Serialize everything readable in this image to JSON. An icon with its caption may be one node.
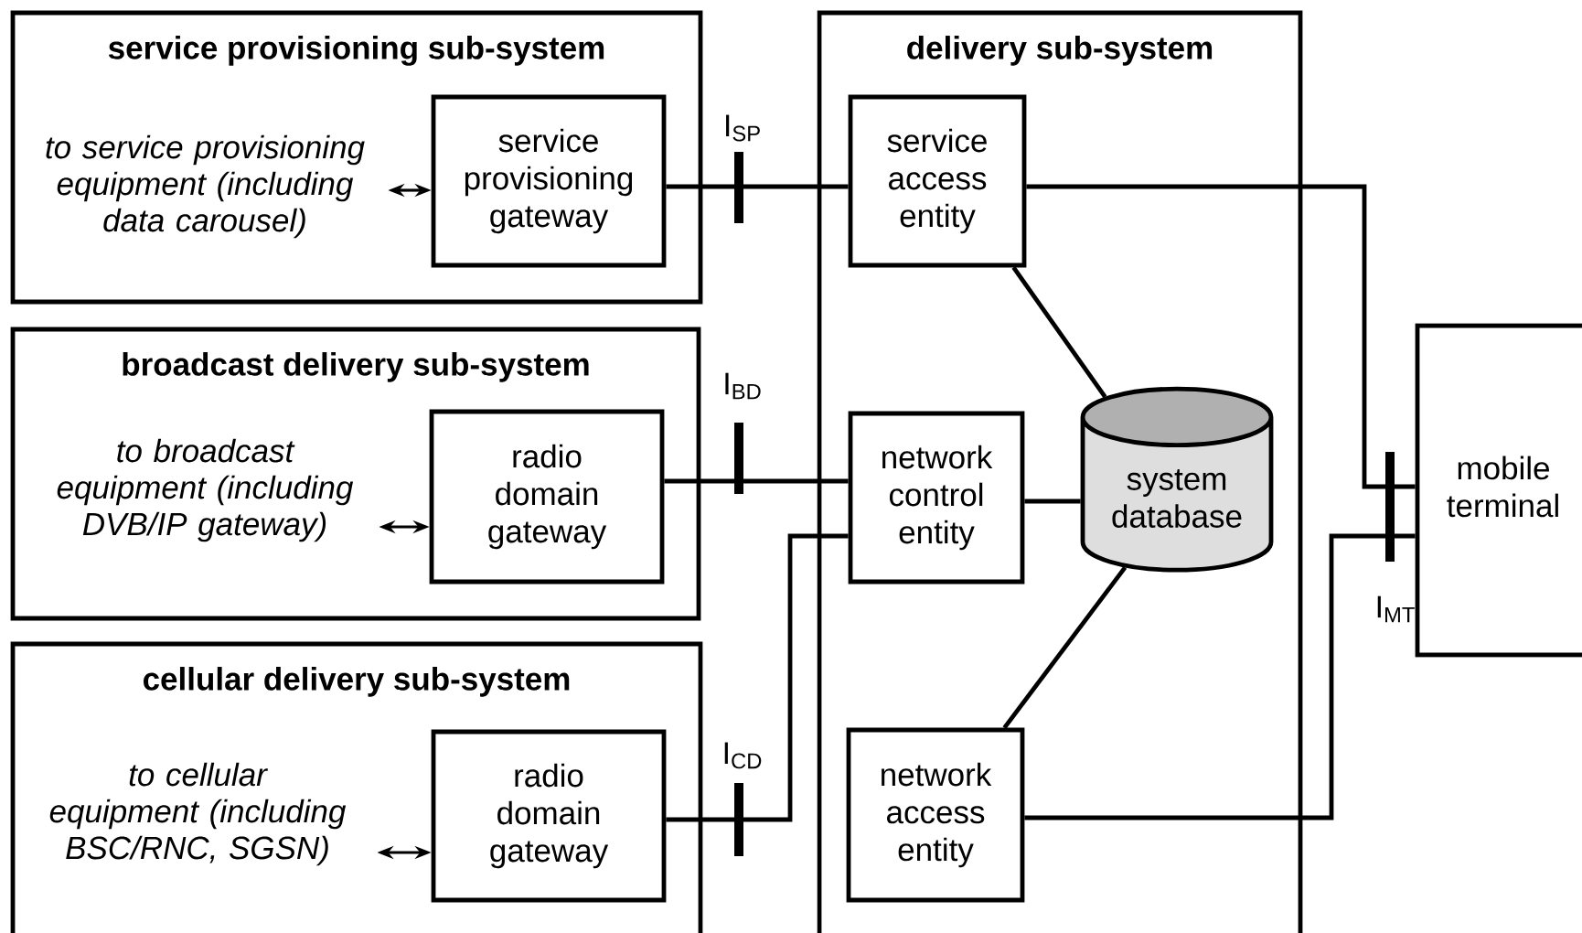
{
  "diagram": {
    "nodes": [
      {
        "text": [
          "service provisioning sub-system"
        ]
      },
      {
        "text": [
          "to service provisioning equipment (including data carousel)"
        ],
        "in": 0
      },
      {
        "text": [
          "service provisioning gateway"
        ],
        "in": 0
      },
      {
        "text": [
          "broadcast delivery sub-system"
        ]
      },
      {
        "text": [
          "to broadcast equipment (including DVB/IP gateway)"
        ],
        "in": 3
      },
      {
        "text": [
          "radio domain gateway"
        ],
        "in": 3
      },
      {
        "text": [
          "cellular delivery sub-system"
        ]
      },
      {
        "text": [
          "to cellular equipment (including BSC/RNC, SGSN)"
        ],
        "in": 6
      },
      {
        "text": [
          "radio domain gateway"
        ],
        "in": 6
      },
      {
        "text": [
          "delivery sub-system"
        ]
      },
      {
        "text": [
          "service access entity"
        ],
        "in": 9
      },
      {
        "text": [
          "network control entity"
        ],
        "in": 9
      },
      {
        "text": [
          "system database"
        ],
        "in": 9
      },
      {
        "text": [
          "network access entity"
        ],
        "in": 9
      },
      {
        "text": [
          "mobile terminal"
        ]
      }
    ],
    "edges": [
      {
        "from": 1,
        "to": 2,
        "arrow": "both"
      },
      {
        "from": 4,
        "to": 5,
        "arrow": "both"
      },
      {
        "from": 7,
        "to": 8,
        "arrow": "both"
      },
      {
        "from": 2,
        "to": 10,
        "arrow": "none"
      },
      {
        "from": 5,
        "to": 11,
        "arrow": "none"
      },
      {
        "from": 8,
        "to": 11,
        "arrow": "none"
      },
      {
        "from": 10,
        "to": 14,
        "arrow": "none"
      },
      {
        "from": 13,
        "to": 14,
        "arrow": "none"
      },
      {
        "from": 10,
        "to": 12,
        "arrow": "none"
      },
      {
        "from": 11,
        "to": 12,
        "arrow": "none"
      },
      {
        "from": 13,
        "to": 12,
        "arrow": "none"
      }
    ],
    "labels": [
      "I$_{SP}$",
      "I$_{BD}$",
      "I$_{CD}$",
      "I$_{MT}$"
    ]
  }
}
